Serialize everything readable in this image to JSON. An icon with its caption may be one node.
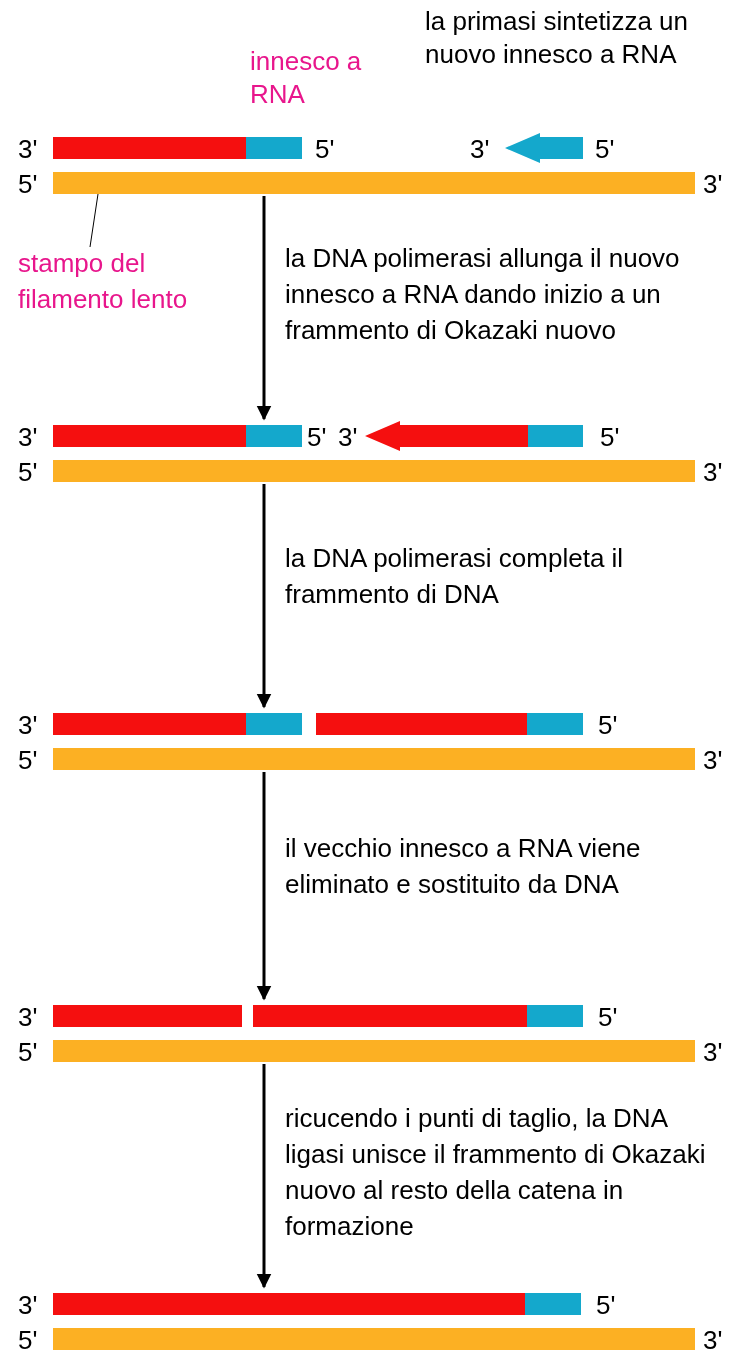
{
  "diagram": {
    "nodes": [
      {
        "text": [],
        "shape": "picture"
      },
      {
        "text": [],
        "shape": "picture"
      },
      {
        "text": [],
        "shape": "picture"
      },
      {
        "text": [],
        "shape": "picture"
      },
      {
        "text": [],
        "shape": "picture"
      },
      {
        "text": [
          "stampo del filamento lento"
        ]
      }
    ],
    "edges": [
      {
        "from": 0,
        "to": 1,
        "arrow": "to",
        "label": "la DNA polimerasi allunga il nuovo innesco a RNA dando inizio a un frammento di Okazaki nuovo"
      },
      {
        "from": 1,
        "to": 2,
        "arrow": "to",
        "label": "la DNA polimerasi completa il frammento di DNA"
      },
      {
        "from": 2,
        "to": 3,
        "arrow": "to",
        "label": "il vecchio innesco a RNA viene eliminato e sostituito da DNA"
      },
      {
        "from": 3,
        "to": 4,
        "arrow": "to",
        "label": "ricucendo i punti di taglio, la DNA ligasi unisce il frammento di Okazaki nuovo al resto della catena in formazione"
      },
      {
        "from": 5,
        "to": 0,
        "arrow": "none"
      }
    ],
    "labels": [
      "innesco a RNA",
      "la primasi sintetizza un nuovo innesco a RNA",
      "3'",
      "5'",
      "3'",
      "5'",
      "5'",
      "3'",
      "3'",
      "5'",
      "3'",
      "5'",
      "5'",
      "3'",
      "3'",
      "5'",
      "5'",
      "3'",
      "3'",
      "5'",
      "5'",
      "3'",
      "3'",
      "5'",
      "5'",
      "3'"
    ]
  }
}
